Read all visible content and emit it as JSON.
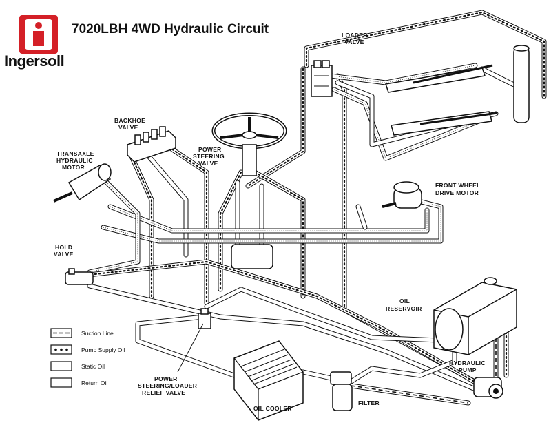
{
  "header": {
    "title": "7020LBH 4WD Hydraulic Circuit",
    "brand": "Ingersoll"
  },
  "labels": {
    "loader_valve": [
      "LOADER",
      "VALVE"
    ],
    "backhoe_valve": [
      "BACKHOE",
      "VALVE"
    ],
    "power_steering_valve": [
      "POWER",
      "STEERING",
      "VALVE"
    ],
    "transaxle_motor": [
      "TRANSAXLE",
      "HYDRAULIC",
      "MOTOR"
    ],
    "front_wheel_drive_motor": [
      "FRONT WHEEL",
      "DRIVE MOTOR"
    ],
    "hold_valve": [
      "HOLD",
      "VALVE"
    ],
    "oil_reservoir": [
      "OIL",
      "RESERVOIR"
    ],
    "hydraulic_pump": [
      "HYDRAULIC",
      "PUMP"
    ],
    "relief_valve": [
      "POWER",
      "STEERING/LOADER",
      "RELIEF VALVE"
    ],
    "oil_cooler": "OIL COOLER",
    "filter": "FILTER"
  },
  "legend": [
    {
      "key": "suction",
      "label": "Suction Line"
    },
    {
      "key": "pump",
      "label": "Pump Supply Oil"
    },
    {
      "key": "static",
      "label": "Static Oil"
    },
    {
      "key": "return",
      "label": "Return Oil"
    }
  ],
  "colors": {
    "logo": "#d42027",
    "line": "#111111"
  },
  "icons": {
    "logo": "ingersoll-i-logo-icon"
  }
}
